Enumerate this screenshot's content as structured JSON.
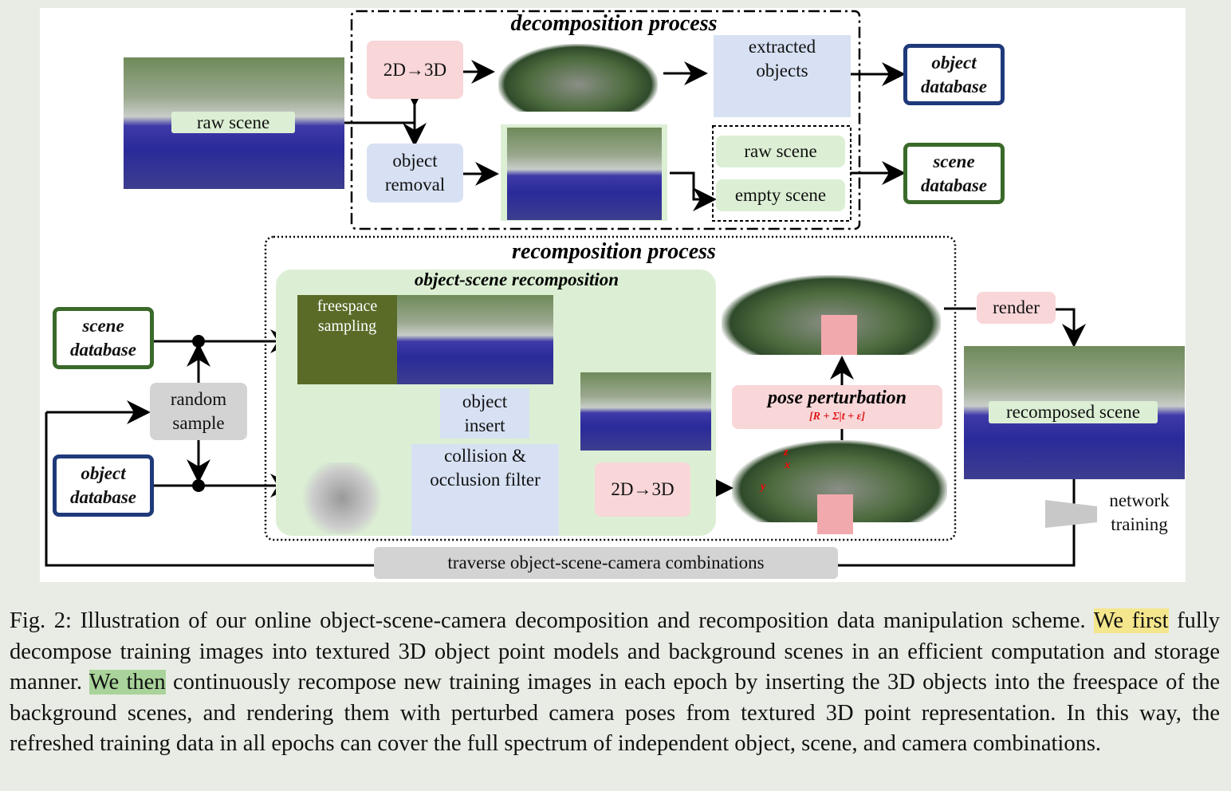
{
  "decomposition": {
    "title": "decomposition process",
    "raw_scene": "raw scene",
    "to3d": "2D→3D",
    "object_removal": "object removal",
    "extracted_objects": "extracted objects",
    "raw_scene2": "raw scene",
    "empty_scene": "empty scene",
    "object_database": "object database",
    "scene_database": "scene database"
  },
  "recomposition": {
    "title": "recomposition process",
    "subtitle": "object-scene recomposition",
    "freespace": "freespace sampling",
    "scene_database": "scene database",
    "object_database": "object database",
    "random_sample": "random sample",
    "object_insert": "object insert",
    "collision": "collision & occlusion filter",
    "to3d": "2D→3D",
    "pose": "pose perturbation",
    "formula": "[R + Σ|t + ε]",
    "axis_x": "x",
    "axis_y": "y",
    "axis_z": "z",
    "render": "render",
    "recomposed": "recomposed scene",
    "network": "network training",
    "traverse": "traverse object-scene-camera combinations"
  },
  "caption": {
    "p1": "Fig. 2: Illustration of our online object-scene-camera decomposition and recomposition data manipulation scheme. ",
    "h1": "We first",
    "p2": " fully decompose training images into textured 3D object point models and background scenes in an efficient computation and storage manner. ",
    "h2": "We then",
    "p3": " continuously recompose new training images in each epoch by inserting the 3D objects into the freespace of the background scenes, and rendering them with perturbed camera poses from textured 3D point representation. In this way, the refreshed training data in all epochs can cover the full spectrum of independent object, scene, and camera combinations."
  },
  "colors": {
    "object_db": "#1f3a7a",
    "scene_db": "#3a6a2a",
    "highlight_yellow": "#f4e68c",
    "highlight_green": "#a9d39a"
  }
}
